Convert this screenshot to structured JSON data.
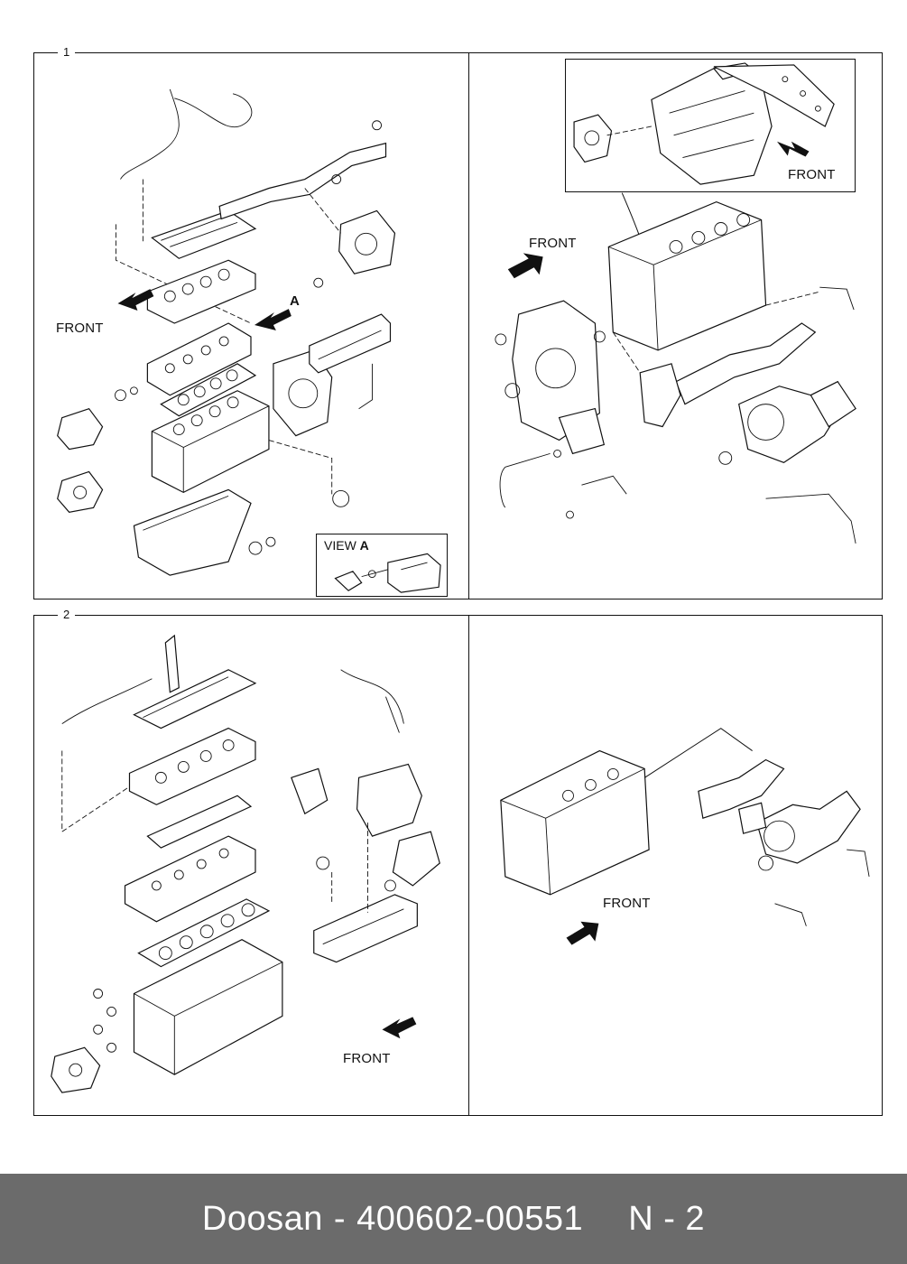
{
  "groups": [
    {
      "number": "1",
      "left": {
        "front_label": "FRONT",
        "callout": "A",
        "view_box": {
          "prefix": "VIEW",
          "letter": "A"
        }
      },
      "right": {
        "front_label_top": "FRONT",
        "front_label_inset": "FRONT"
      }
    },
    {
      "number": "2",
      "left": {
        "front_label": "FRONT"
      },
      "right": {
        "front_label": "FRONT"
      }
    }
  ],
  "footer": {
    "brand": "Doosan",
    "dash": "-",
    "part_number": "400602-00551",
    "page": "N - 2"
  },
  "colors": {
    "line": "#111111",
    "footer_bg": "#6b6b6b",
    "footer_text": "#ffffff"
  }
}
